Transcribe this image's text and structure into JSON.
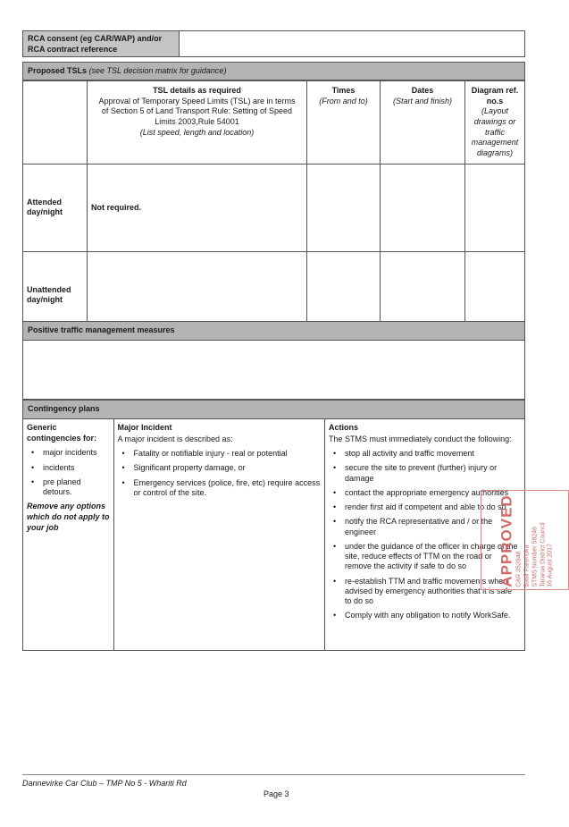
{
  "rca": {
    "label_line1": "RCA consent (eg CAR/WAP) and/or",
    "label_line2": "RCA contract reference",
    "value": ""
  },
  "proposed_tsls": {
    "title": "Proposed TSLs",
    "note": "(see TSL decision matrix for guidance)",
    "columns": {
      "tsl_title": "TSL details as required",
      "tsl_line1": "Approval of Temporary Speed Limits (TSL) are in terms",
      "tsl_line2": "of Section 5 of Land Transport Rule: Setting of Speed",
      "tsl_line3": "Limits 2003,Rule 54001",
      "tsl_line4": "(List speed, length and location)",
      "times_title": "Times",
      "times_sub": "(From and to)",
      "dates_title": "Dates",
      "dates_sub": "(Start and finish)",
      "diagram_title": "Diagram ref. no.s",
      "diagram_sub1": "(Layout drawings or",
      "diagram_sub2": "traffic management",
      "diagram_sub3": "diagrams)"
    },
    "rows": [
      {
        "label_line1": "Attended",
        "label_line2": "day/night",
        "tsl": "Not required."
      },
      {
        "label_line1": "Unattended",
        "label_line2": "day/night",
        "tsl": ""
      }
    ]
  },
  "positive_measures": {
    "title": "Positive traffic management measures"
  },
  "contingency": {
    "title": "Contingency plans",
    "generic": {
      "title_line1": "Generic",
      "title_line2": "contingencies for:",
      "items": [
        "major incidents",
        "incidents",
        "pre planed detours."
      ],
      "note_line1": "Remove any options",
      "note_line2": "which do not apply to",
      "note_line3": "your job"
    },
    "major": {
      "title": "Major Incident",
      "intro": "A major incident is described as:",
      "items": [
        "Fatality or notifiable injury - real or potential",
        "Significant property damage, or",
        "Emergency services (police, fire, etc) require access or control of the site."
      ]
    },
    "actions": {
      "title": "Actions",
      "intro": "The STMS must immediately conduct the following:",
      "items": [
        "stop all activity and traffic movement",
        "secure the site to prevent (further) injury or damage",
        "contact the appropriate emergency authorities",
        "render first aid if competent and able to do so",
        "notify the RCA representative and / or the engineer",
        "under the guidance of the officer in charge of the site, reduce effects of TTM on the road or remove the activity if safe to do so",
        "re-establish TTM and traffic movements when advised by emergency authorities that it is safe to do so",
        "Comply with any obligation to notify WorkSafe."
      ]
    }
  },
  "stamp": {
    "word": "APPROVED",
    "line1": "CAR 352948",
    "line2": "Basil Parehuka",
    "line3": "STMS Number 58246",
    "line4": "Tararua District Council",
    "date": "16 August 2017"
  },
  "footer": {
    "left": "Dannevirke Car Club – TMP No 5 -  Whariti Rd",
    "page": "Page 3"
  }
}
